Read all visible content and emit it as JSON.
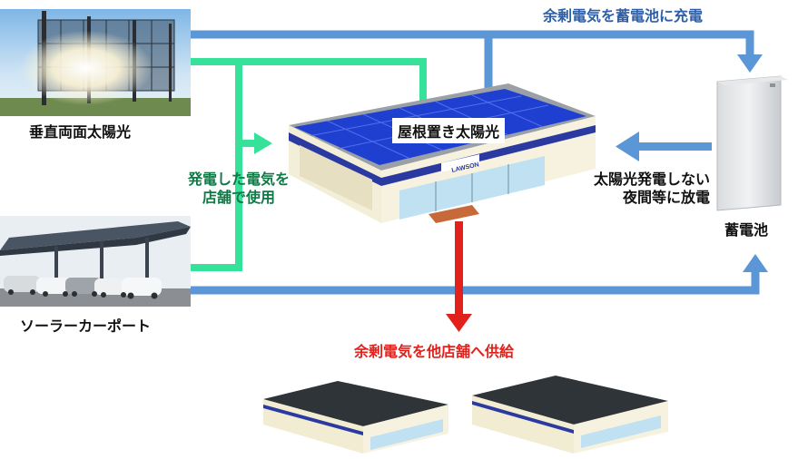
{
  "labels": {
    "vertical_pv": "垂直両面太陽光",
    "carport": "ソーラーカーポート",
    "rooftop": "屋根置き太陽光",
    "battery": "蓄電池",
    "store_sign": "LAWSON"
  },
  "flows": {
    "charge": "余剰電気を蓄電池に充電",
    "use_in_store_line1": "発電した電気を",
    "use_in_store_line2": "店舗で使用",
    "discharge_line1": "太陽光発電しない",
    "discharge_line2": "夜間等に放電",
    "supply_other": "余剰電気を他店舗へ供給"
  },
  "colors": {
    "blue_arrow": "#5b96d6",
    "green_arrow": "#36e29a",
    "red_arrow": "#e3211c",
    "roof_panel": "#1f3fd1",
    "store_band": "#2b3aa0"
  },
  "icons": [
    "vertical-solar-photo",
    "solar-carport-photo",
    "convenience-store-illustration",
    "battery-cabinet-illustration",
    "small-store-illustration"
  ]
}
